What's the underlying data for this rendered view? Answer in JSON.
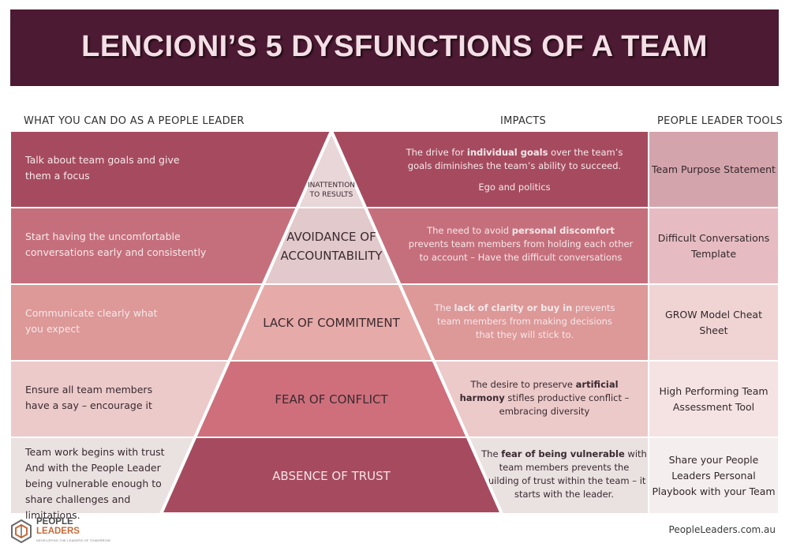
{
  "title": "LENCIONI’S 5 DYSFUNCTIONS OF A TEAM",
  "columns": {
    "leader": "WHAT YOU CAN DO AS A PEOPLE LEADER",
    "impacts": "IMPACTS",
    "tools": "PEOPLE LEADER TOOLS"
  },
  "rows": [
    {
      "level": "INATTENTION\nTO RESULTS",
      "action": "Talk about team goals and give them a focus",
      "impact": [
        {
          "t": "The drive for "
        },
        {
          "t": "individual goals",
          "b": true
        },
        {
          "t": " over the team’s goals diminishes the team’s ability to succeed."
        }
      ],
      "impact_extra": "Ego and politics",
      "tool": "Team Purpose Statement",
      "band_color": "#a64b5f",
      "tool_color": "#d4a4ac",
      "tri_color": "#e8d6d8"
    },
    {
      "level": "AVOIDANCE OF ACCOUNTABILITY",
      "action": "Start having the uncomfortable conversations early and consistently",
      "impact": [
        {
          "t": "The need to avoid "
        },
        {
          "t": "personal discomfort",
          "b": true
        },
        {
          "t": " prevents team members from holding each other to account – Have the difficult conversations"
        }
      ],
      "impact_extra": "",
      "tool": "Difficult Conversations Template",
      "band_color": "#c66f7c",
      "tool_color": "#e6bcc2",
      "tri_color": "#e2c9cb"
    },
    {
      "level": "LACK OF COMMITMENT",
      "action": "Communicate clearly what you expect",
      "impact": [
        {
          "t": "The "
        },
        {
          "t": "lack of clarity or buy in",
          "b": true
        },
        {
          "t": " prevents team members from making decisions that they will stick to."
        }
      ],
      "impact_extra": "",
      "tool": "GROW Model Cheat Sheet",
      "band_color": "#dd9898",
      "tool_color": "#f0d4d4",
      "tri_color": "#e6aaa8"
    },
    {
      "level": "FEAR OF CONFLICT",
      "action": "Ensure all team members have a say – encourage it",
      "impact": [
        {
          "t": "The desire to preserve "
        },
        {
          "t": "artificial harmony",
          "b": true
        },
        {
          "t": " stifles productive conflict – embracing diversity"
        }
      ],
      "impact_extra": "",
      "tool": "High Performing Team Assessment Tool",
      "band_color": "#eccaca",
      "tool_color": "#f5e3e3",
      "tri_color": "#cf6f7c"
    },
    {
      "level": "ABSENCE OF TRUST",
      "action": "Team work begins with trust\nAnd with the People Leader being vulnerable enough to share challenges and limitations.",
      "impact": [
        {
          "t": "The "
        },
        {
          "t": "fear of being vulnerable",
          "b": true
        },
        {
          "t": " with team members prevents the building of trust within the team – it starts with the leader."
        }
      ],
      "impact_extra": "",
      "tool": "Share your People Leaders Personal Playbook with your Team",
      "band_color": "#eae1e1",
      "tool_color": "#f4eeee",
      "tri_color": "#a64b5f"
    }
  ],
  "footer": {
    "logo_line1": "PEOPLE",
    "logo_line2": "LEADERS",
    "logo_tagline": "DEVELOPING THE LEADERS OF TOMORROW",
    "site": "PeopleLeaders.com.au"
  }
}
